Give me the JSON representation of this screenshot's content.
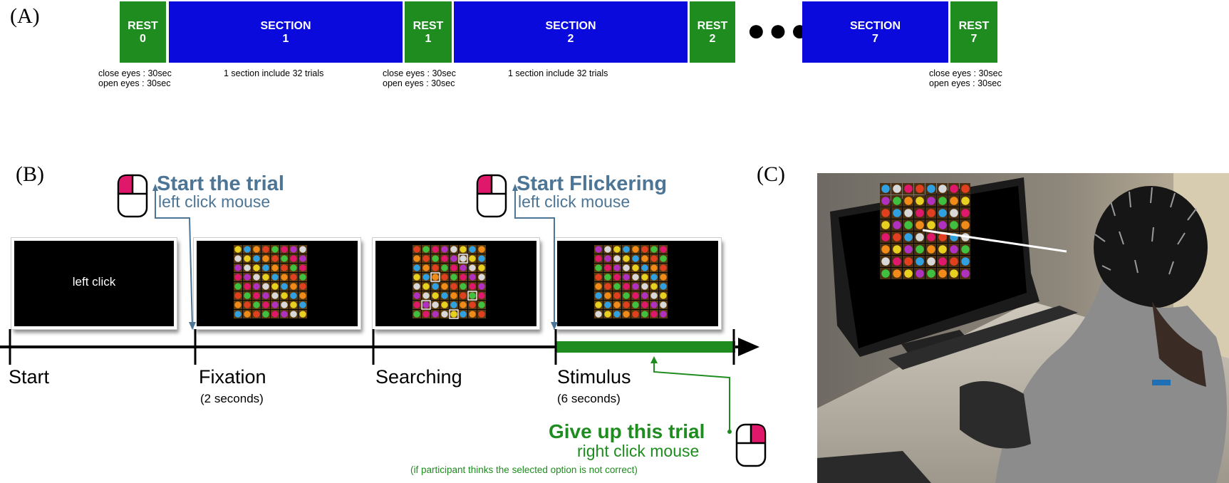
{
  "panel_labels": {
    "a": "(A)",
    "b": "(B)",
    "c": "(C)"
  },
  "timeline_blocks": [
    {
      "kind": "rest",
      "label": "REST",
      "num": "0"
    },
    {
      "kind": "section",
      "label": "SECTION",
      "num": "1"
    },
    {
      "kind": "rest",
      "label": "REST",
      "num": "1"
    },
    {
      "kind": "section",
      "label": "SECTION",
      "num": "2"
    },
    {
      "kind": "rest",
      "label": "REST",
      "num": "2"
    },
    {
      "kind": "section",
      "label": "SECTION",
      "num": "7"
    },
    {
      "kind": "rest",
      "label": "REST",
      "num": "7"
    }
  ],
  "ellipsis": "●●●",
  "notes": {
    "rest": "close eyes : 30sec\nopen eyes : 30sec",
    "section": "1 section include 32 trials"
  },
  "screens": {
    "start_text": "left click"
  },
  "stages": {
    "start": "Start",
    "fixation": "Fixation",
    "fixation_sub": "(2 seconds)",
    "searching": "Searching",
    "stimulus": "Stimulus",
    "stimulus_sub": "(6 seconds)"
  },
  "callouts": {
    "start_trial": "Start the trial",
    "start_trial_sub": "left click mouse",
    "start_flicker": "Start Flickering",
    "start_flicker_sub": "left click mouse",
    "give_up": "Give up this trial",
    "give_up_sub": "right click mouse",
    "give_up_note": "(if participant thinks the selected option is not correct)"
  },
  "colors": {
    "rest": "#1f8c1f",
    "section": "#0a0adc",
    "callout_blue": "#4d7595",
    "callout_green": "#1f8c1f",
    "mouse_button": "#e0186c"
  },
  "icons": {
    "mouse": "mouse-icon",
    "gems": "gem-grid"
  }
}
